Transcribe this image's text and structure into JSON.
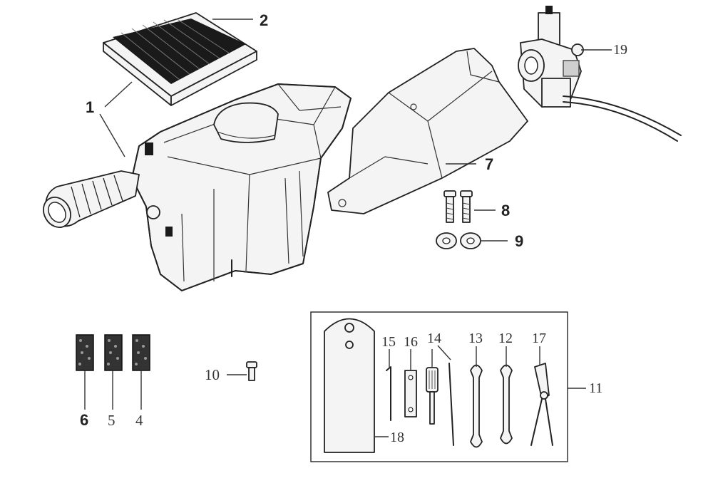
{
  "callouts": {
    "c1": "1",
    "c2": "2",
    "c4": "4",
    "c5": "5",
    "c6": "6",
    "c7": "7",
    "c8": "8",
    "c9": "9",
    "c10": "10",
    "c11": "11",
    "c12": "12",
    "c13": "13",
    "c14": "14",
    "c15": "15",
    "c16": "16",
    "c17": "17",
    "c18": "18",
    "c19": "19"
  },
  "icons": {
    "air_filter_element": "air-filter-icon",
    "air_box": "airbox-icon",
    "cover": "airbox-cover-icon",
    "carburetor": "carburetor-icon",
    "bolt": "bolt-icon",
    "washer": "washer-icon",
    "foam": "foam-filter-icon",
    "tool_kit": "toolkit-icon"
  },
  "colors": {
    "line": "#222222",
    "background": "#ffffff"
  }
}
